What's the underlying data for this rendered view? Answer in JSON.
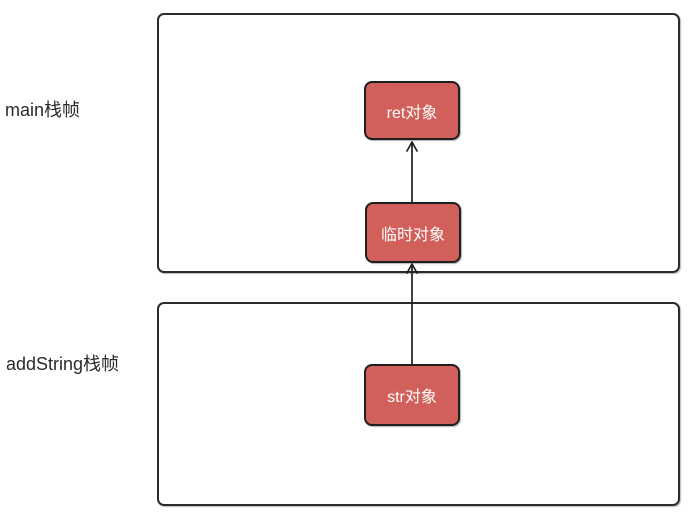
{
  "diagram": {
    "frames": [
      {
        "id": "main",
        "label": "main栈帧"
      },
      {
        "id": "addString",
        "label": "addString栈帧"
      }
    ],
    "nodes": [
      {
        "id": "ret",
        "label": "ret对象",
        "frame": "main"
      },
      {
        "id": "temp",
        "label": "临时对象",
        "frame": "main"
      },
      {
        "id": "str",
        "label": "str对象",
        "frame": "addString"
      }
    ],
    "edges": [
      {
        "from": "temp",
        "to": "ret",
        "style": "open-arrow-up"
      },
      {
        "from": "str",
        "to": "temp",
        "style": "open-arrow-up"
      }
    ],
    "colors": {
      "node_fill": "#d15f5a",
      "node_border": "#1f1f1f",
      "node_text": "#ffffff",
      "frame_border": "#2b2b2b",
      "arrow": "#1f1f1f",
      "label_text": "#2b2b2b",
      "canvas_bg": "#ffffff"
    }
  }
}
